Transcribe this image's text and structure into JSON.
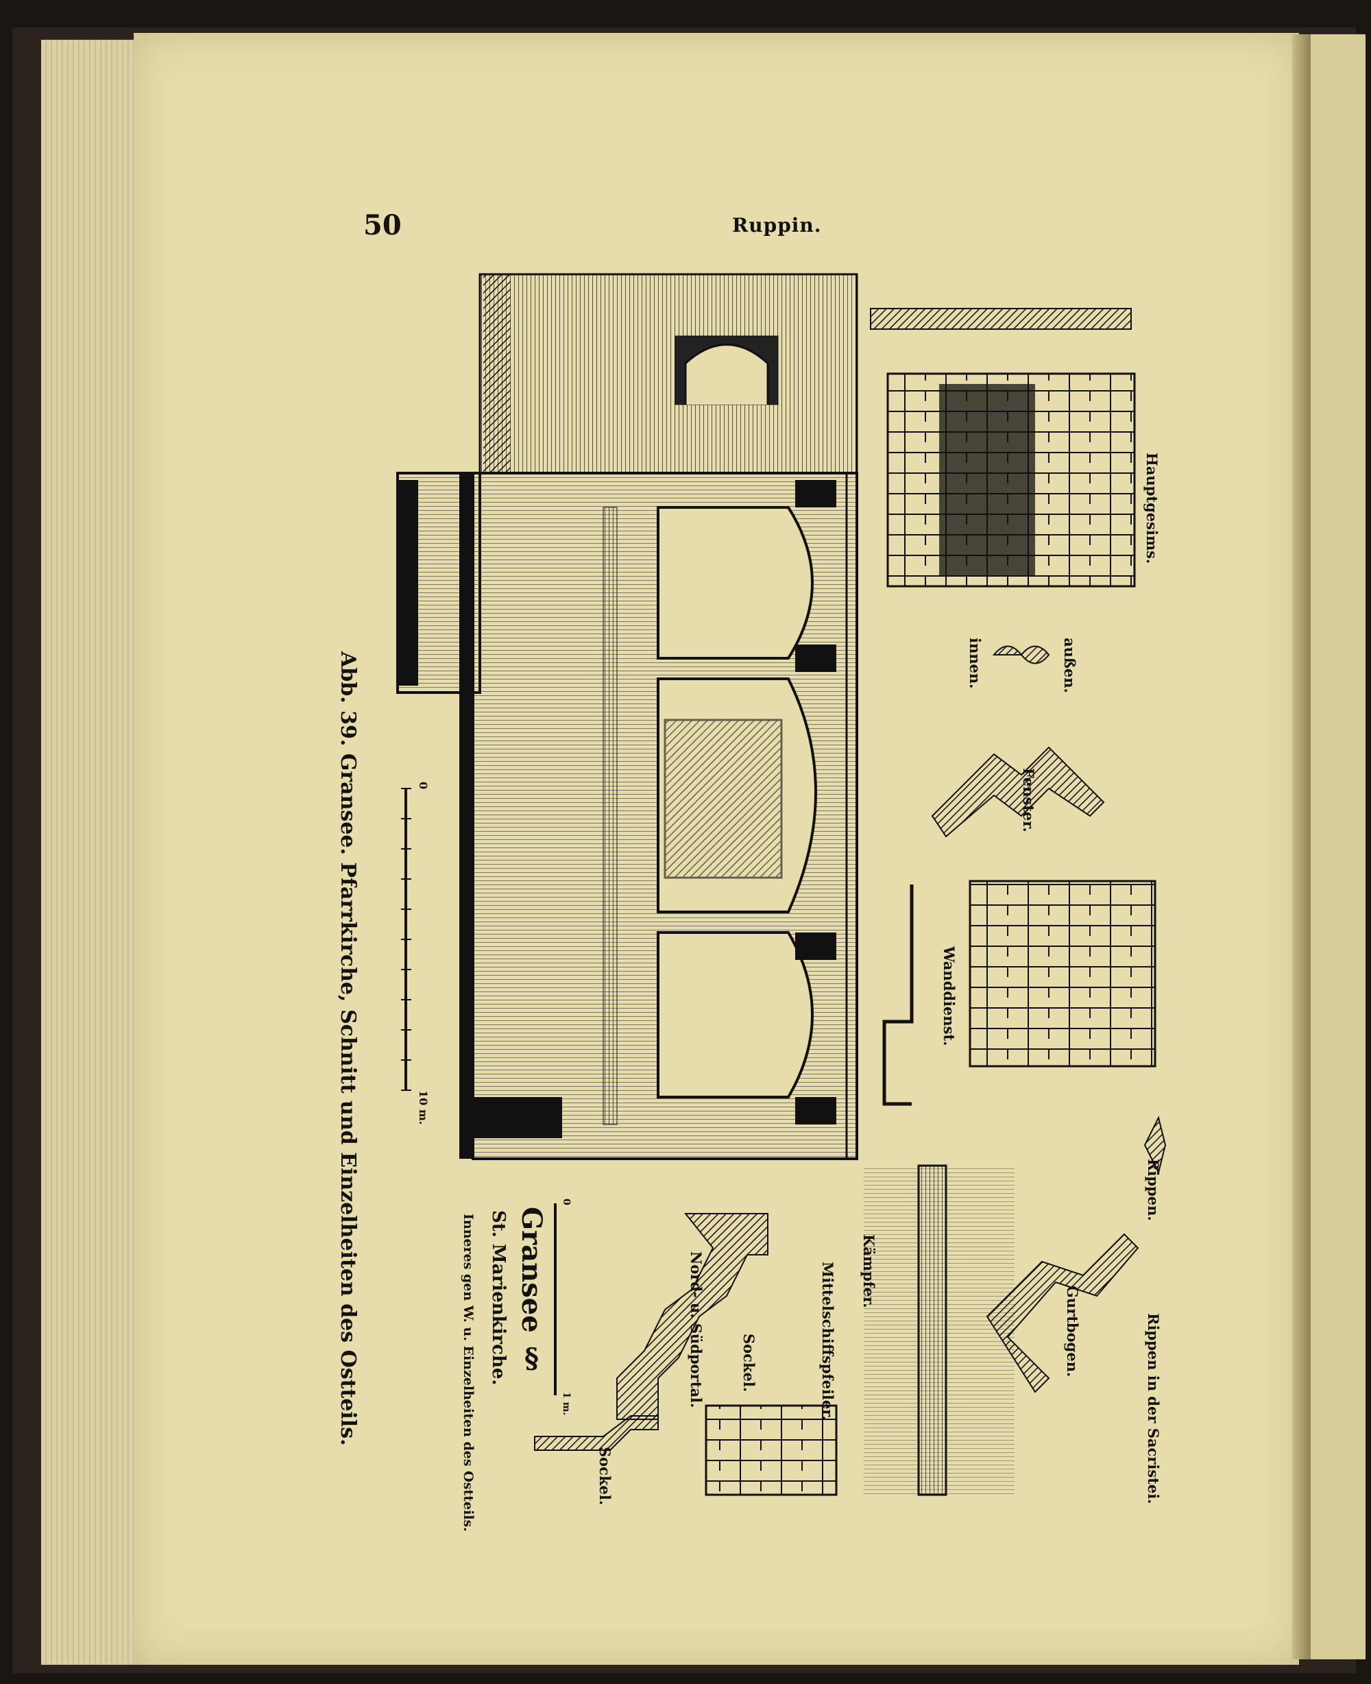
{
  "page": {
    "number": "50",
    "running_header": "Ruppin."
  },
  "figure": {
    "caption": "Abb. 39. Gransee. Pfarrkirche, Schnitt und Einzelheiten des Ostteils.",
    "plate_title": "Gransee §",
    "plate_subtitle": "St. Marienkirche.",
    "plate_description": "Inneres gen W. u. Einzelheiten des Ostteils.",
    "scale_large": {
      "start": "0",
      "end": "10 m."
    },
    "scale_small": {
      "start": "0",
      "end": "1 m."
    },
    "labels": {
      "hauptgesims": "Hauptgesims.",
      "aussen": "außen.",
      "innen": "innen.",
      "fenster": "Fenster.",
      "wanddienst": "Wanddienst.",
      "rippen": "Rippen.",
      "rippen_sakristei": "Rippen in der Sacristei.",
      "gurtbogen": "Gurtbogen.",
      "kaempfer": "Kämpfer.",
      "mittelschiffspfeiler": "Mittelschiffspfeiler.",
      "sockel_1": "Sockel.",
      "portal": "Nord- u. Südportal.",
      "sockel_2": "Sockel."
    }
  }
}
